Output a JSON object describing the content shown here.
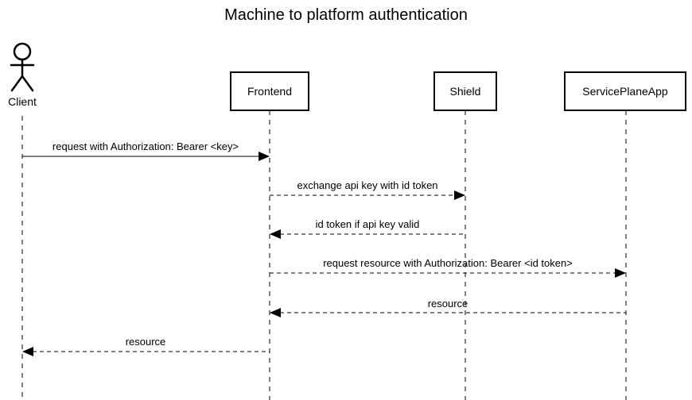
{
  "title": "Machine to platform authentication",
  "actor": {
    "label": "Client",
    "icon": "stick-figure-icon"
  },
  "participants": [
    {
      "id": "frontend",
      "label": "Frontend"
    },
    {
      "id": "shield",
      "label": "Shield"
    },
    {
      "id": "service",
      "label": "ServicePlaneApp"
    }
  ],
  "messages": [
    {
      "from": "client",
      "to": "frontend",
      "label": "request with Authorization: Bearer <key>",
      "style": "solid"
    },
    {
      "from": "frontend",
      "to": "shield",
      "label": "exchange api key with id token",
      "style": "dashed"
    },
    {
      "from": "shield",
      "to": "frontend",
      "label": "id token if api key valid",
      "style": "dashed"
    },
    {
      "from": "frontend",
      "to": "service",
      "label": "request resource with Authorization: Bearer <id token>",
      "style": "dashed"
    },
    {
      "from": "service",
      "to": "frontend",
      "label": "resource",
      "style": "dashed"
    },
    {
      "from": "frontend",
      "to": "client",
      "label": "resource",
      "style": "dashed"
    }
  ],
  "colors": {
    "stroke": "#000000",
    "background": "#ffffff"
  }
}
